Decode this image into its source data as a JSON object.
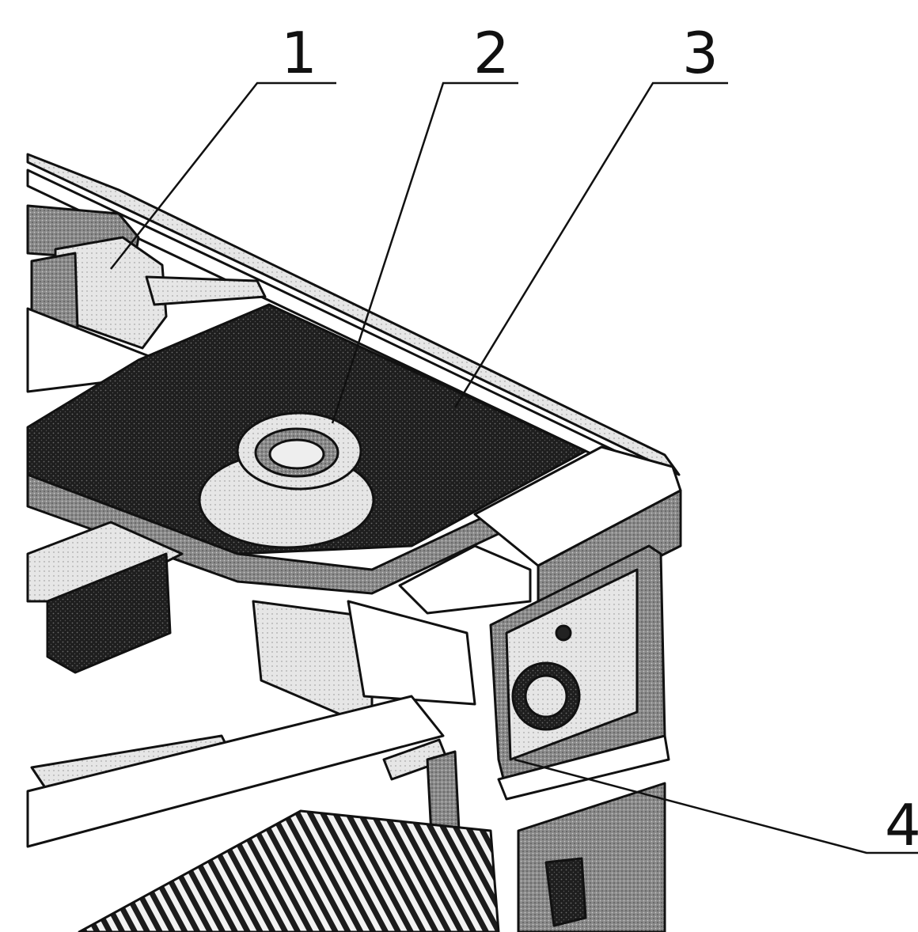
{
  "figure": {
    "callouts": [
      {
        "label": "1",
        "target": "feed-cover"
      },
      {
        "label": "2",
        "target": "feed-ring"
      },
      {
        "label": "3",
        "target": "top-plate"
      },
      {
        "label": "4",
        "target": "side-panel-edge"
      }
    ],
    "colors": {
      "ink": "#111111",
      "dark_fill": "#2a2a2a",
      "mid_fill": "#6e6e6e",
      "light_fill": "#cfcfcf",
      "paper": "#ffffff"
    }
  }
}
